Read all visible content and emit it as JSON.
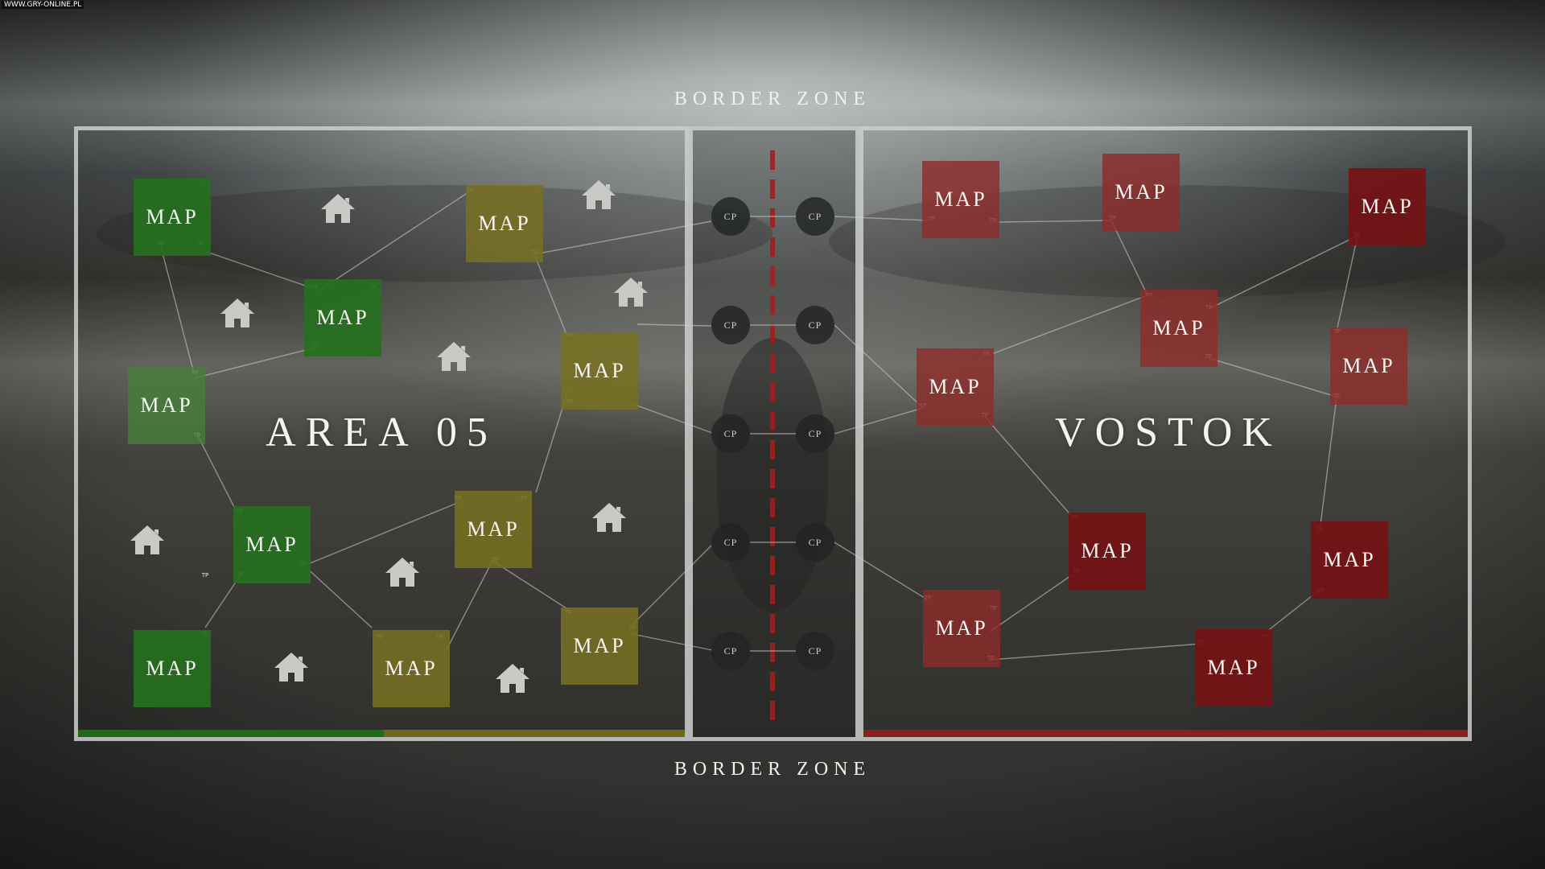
{
  "watermark": "WWW.GRY-ONLINE.PL",
  "border_zone_top": "BORDER ZONE",
  "border_zone_bottom": "BORDER ZONE",
  "areas": {
    "left_name": "AREA 05",
    "right_name": "VOSTOK"
  },
  "map_label": "MAP",
  "cp_label": "CP",
  "tp_label": "TP",
  "colors": {
    "friendly_green": "#25701e",
    "contested_olive": "#767022",
    "enemy_red": "#8e2a28",
    "divider_red": "#a01e1e",
    "frame": "#cdd0ce"
  },
  "legend_bar": {
    "green_fraction": 0.5,
    "olive_fraction": 0.5
  },
  "map_tiles": {
    "area_05": [
      {
        "id": "a1",
        "label": "MAP",
        "status": "green"
      },
      {
        "id": "a2",
        "label": "MAP",
        "status": "green"
      },
      {
        "id": "a3",
        "label": "MAP",
        "status": "lgreen"
      },
      {
        "id": "a4",
        "label": "MAP",
        "status": "green"
      },
      {
        "id": "a5",
        "label": "MAP",
        "status": "green"
      },
      {
        "id": "a6",
        "label": "MAP",
        "status": "olive"
      },
      {
        "id": "a7",
        "label": "MAP",
        "status": "olive"
      },
      {
        "id": "a8",
        "label": "MAP",
        "status": "olive"
      },
      {
        "id": "a9",
        "label": "MAP",
        "status": "olive"
      },
      {
        "id": "a10",
        "label": "MAP",
        "status": "olive"
      }
    ],
    "vostok": [
      {
        "id": "v1",
        "label": "MAP",
        "status": "red"
      },
      {
        "id": "v2",
        "label": "MAP",
        "status": "red"
      },
      {
        "id": "v3",
        "label": "MAP",
        "status": "dred"
      },
      {
        "id": "v4",
        "label": "MAP",
        "status": "red"
      },
      {
        "id": "v5",
        "label": "MAP",
        "status": "red"
      },
      {
        "id": "v6",
        "label": "MAP",
        "status": "red"
      },
      {
        "id": "v7",
        "label": "MAP",
        "status": "dred"
      },
      {
        "id": "v8",
        "label": "MAP",
        "status": "dred"
      },
      {
        "id": "v9",
        "label": "MAP",
        "status": "red"
      },
      {
        "id": "v10",
        "label": "MAP",
        "status": "dred"
      }
    ]
  },
  "checkpoints": [
    "CP",
    "CP",
    "CP",
    "CP",
    "CP",
    "CP",
    "CP",
    "CP",
    "CP",
    "CP"
  ],
  "house_icons": [
    "house-icon",
    "house-icon",
    "house-icon",
    "house-icon",
    "house-icon",
    "house-icon",
    "house-icon",
    "house-icon",
    "house-icon",
    "house-icon"
  ]
}
